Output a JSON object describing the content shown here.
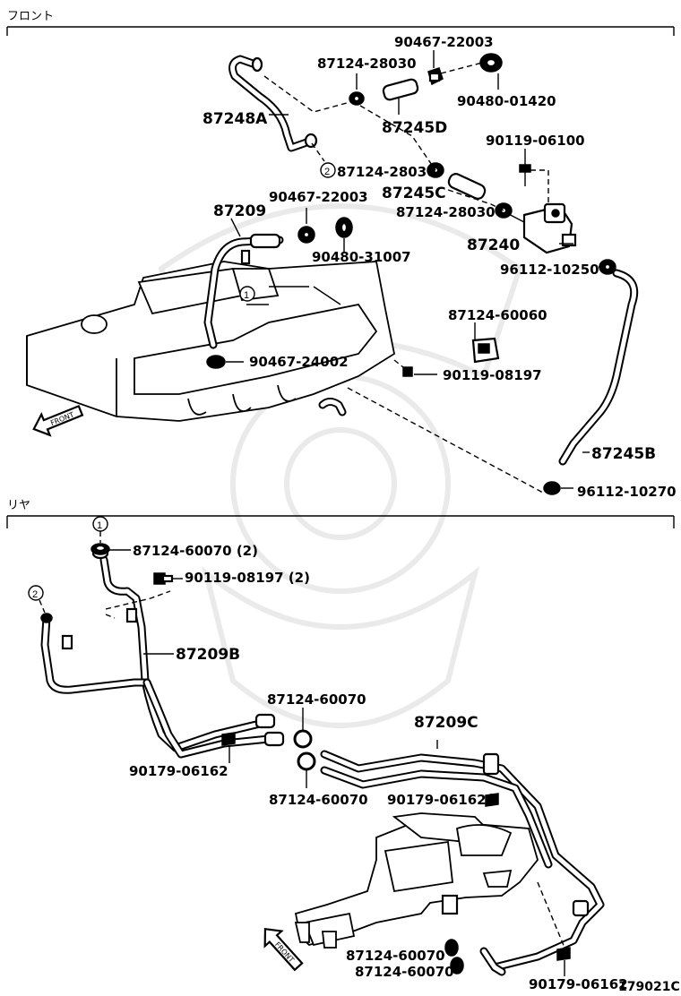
{
  "sections": {
    "front_label": "フロント",
    "rear_label": "リヤ"
  },
  "front_arrow": "FRONT",
  "figure_code": "179021C",
  "callouts": {
    "one": "1",
    "two": "2"
  },
  "front_parts": {
    "p90467_22003_top": "90467-22003",
    "p87124_28030_a": "87124-28030",
    "p90480_01420": "90480-01420",
    "p87248a": "87248A",
    "p87245d": "87245D",
    "p90119_06100": "90119-06100",
    "p87124_28030_b": "87124-28030",
    "p87245c": "87245C",
    "p90467_22003_mid": "90467-22003",
    "p87209": "87209",
    "p87124_28030_c": "87124-28030",
    "p87240": "87240",
    "p90480_31007": "90480-31007",
    "p96112_10250": "96112-10250",
    "p87124_60060": "87124-60060",
    "p90467_24002": "90467-24002",
    "p90119_08197": "90119-08197",
    "p87245b": "87245B",
    "p96112_10270": "96112-10270"
  },
  "rear_parts": {
    "p87124_60070_2": "87124-60070 (2)",
    "p90119_08197_2": "90119-08197 (2)",
    "p87209b": "87209B",
    "p87124_60070_a": "87124-60070",
    "p87209c": "87209C",
    "p90179_06162_a": "90179-06162",
    "p87124_60070_b": "87124-60070",
    "p90179_06162_b": "90179-06162",
    "p87124_60070_c": "87124-60070",
    "p87124_60070_d": "87124-60070",
    "p90179_06162_c": "90179-06162"
  }
}
